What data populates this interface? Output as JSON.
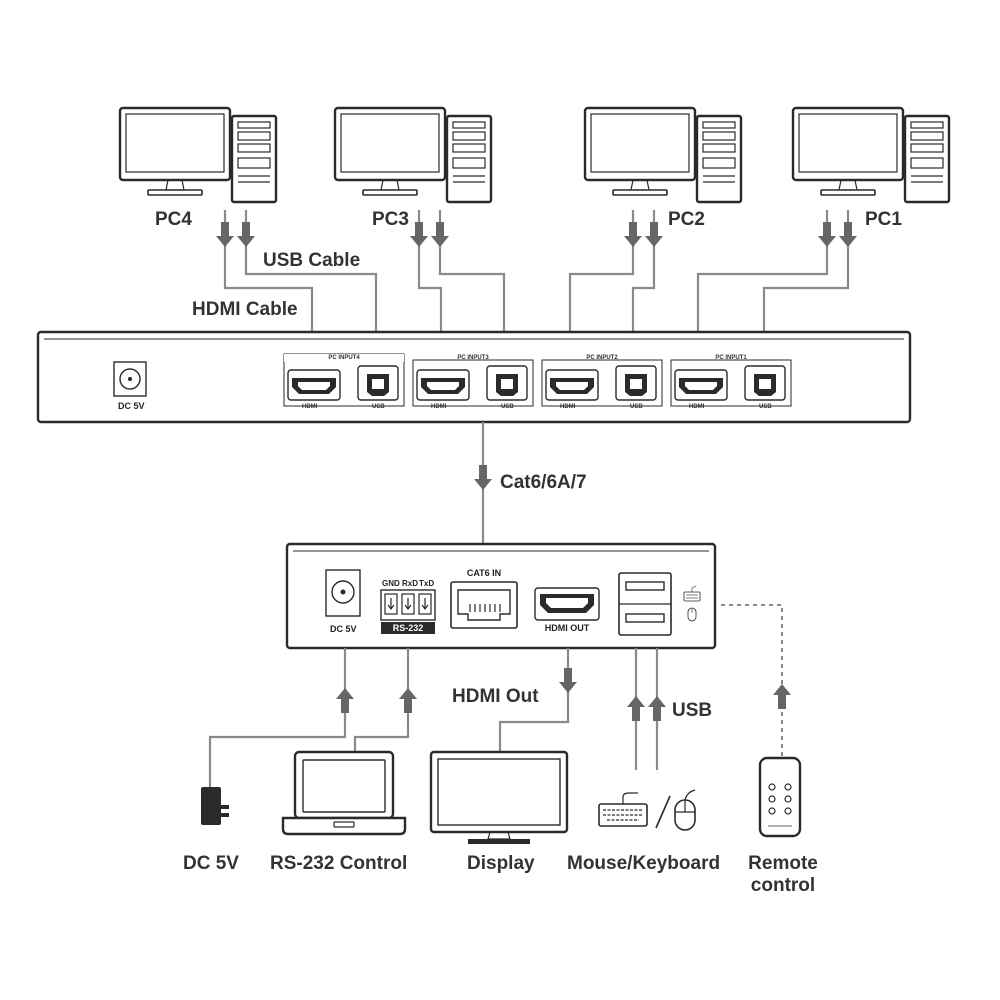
{
  "pcs": [
    {
      "label": "PC4"
    },
    {
      "label": "PC3"
    },
    {
      "label": "PC2"
    },
    {
      "label": "PC1"
    }
  ],
  "cable_labels": {
    "usb": "USB Cable",
    "hdmi": "HDMI Cable",
    "cat": "Cat6/6A/7",
    "hdmi_out": "HDMI Out",
    "usb_out": "USB"
  },
  "transmitter": {
    "dc": "DC 5V",
    "inputs": [
      {
        "title": "PC INPUT4",
        "hdmi": "HDMI",
        "usb": "USB"
      },
      {
        "title": "PC INPUT3",
        "hdmi": "HDMI",
        "usb": "USB"
      },
      {
        "title": "PC INPUT2",
        "hdmi": "HDMI",
        "usb": "USB"
      },
      {
        "title": "PC INPUT1",
        "hdmi": "HDMI",
        "usb": "USB"
      }
    ]
  },
  "receiver": {
    "dc": "DC 5V",
    "gnd": "GND",
    "rxd": "RxD",
    "txd": "TxD",
    "rs232": "RS-232",
    "cat6_in": "CAT6 IN",
    "hdmi_out": "HDMI OUT"
  },
  "devices": {
    "dc": "DC 5V",
    "rs232": "RS-232 Control",
    "display": "Display",
    "mouse_keyboard": "Mouse/Keyboard",
    "remote_line1": "Remote",
    "remote_line2": "control"
  }
}
